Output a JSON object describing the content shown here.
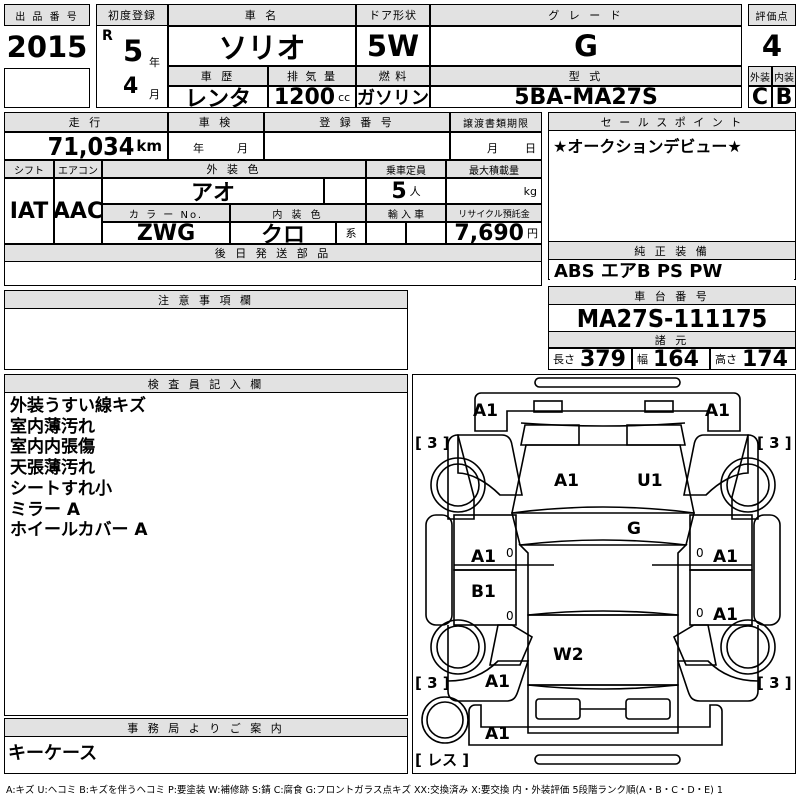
{
  "top": {
    "lot_label": "出 品 番 号",
    "lot_value": "2015",
    "reg_label": "初度登録",
    "reg_era": "R",
    "reg_year": "5",
    "reg_year_unit": "年",
    "reg_month": "4",
    "reg_month_unit": "月",
    "model_label": "車 名",
    "model_value": "ソリオ",
    "history_label": "車 歴",
    "history_value": "レンタ",
    "displacement_label": "排 気 量",
    "displacement_value": "1200",
    "displacement_unit": "cc",
    "door_label": "ドア形状",
    "door_value": "5W",
    "fuel_label": "燃 料",
    "fuel_value": "ガソリン",
    "grade_label": "グ レ ー ド",
    "grade_value": "G",
    "type_label": "型 式",
    "type_value": "5BA-MA27S",
    "score_label": "評価点",
    "score_value": "4",
    "exterior_label": "外装",
    "exterior_value": "C",
    "interior_label": "内装",
    "interior_value": "B"
  },
  "mid": {
    "mileage_label": "走 行",
    "mileage_value": "71,034",
    "mileage_unit": "km",
    "shaken_label": "車 検",
    "shaken_year": "年",
    "shaken_month": "月",
    "regno_label": "登 録 番 号",
    "regno_value": "",
    "transfer_label": "譲渡書類期限",
    "transfer_month": "月",
    "transfer_day": "日",
    "shift_label": "シフト",
    "shift_value": "IAT",
    "aircon_label": "エアコン",
    "aircon_value": "AAC",
    "extcolor_label": "外 装 色",
    "extcolor_value": "アオ",
    "seats_label": "乗車定員",
    "seats_value": "5",
    "seats_unit": "人",
    "maxload_label": "最大積載量",
    "maxload_value": "",
    "maxload_unit": "kg",
    "colorno_label": "カ ラ ー No.",
    "colorno_value": "ZWG",
    "intcolor_label": "内 装 色",
    "intcolor_value": "クロ",
    "intcolor_suffix": "系",
    "import_label": "輸 入 車",
    "import_value": "",
    "recycle_label": "リサイクル預託金",
    "recycle_value": "7,690",
    "recycle_unit": "円",
    "later_parts_label": "後 日 発 送 部 品",
    "later_parts_value": "",
    "caution_label": "注 意 事 項 欄",
    "caution_value": ""
  },
  "right": {
    "salespoint_label": "セ ー ル ス ポ イ ン ト",
    "salespoint_value": "★オークションデビュー★",
    "equip_label": "純 正 装 備",
    "equip_value": "ABS エアB PS PW",
    "chassis_label": "車 台 番 号",
    "chassis_value": "MA27S-111175",
    "specs_label": "諸 元",
    "length_label": "長さ",
    "length_value": "379",
    "width_label": "幅",
    "width_value": "164",
    "height_label": "高さ",
    "height_value": "174"
  },
  "inspector": {
    "label": "検 査 員 記 入 欄",
    "lines": [
      "外装うすい線キズ",
      "室内薄汚れ",
      "室内内張傷",
      "天張薄汚れ",
      "シートすれ小",
      "ミラー A",
      "ホイールカバー A"
    ]
  },
  "office": {
    "label": "事 務 局 よ り ご 案 内",
    "value": "キーケース"
  },
  "diagram": {
    "marks": [
      {
        "id": "front-left-corner",
        "text": "A1"
      },
      {
        "id": "front-right-corner",
        "text": "A1"
      },
      {
        "id": "hood-left",
        "text": "A1"
      },
      {
        "id": "hood-right",
        "text": "U1"
      },
      {
        "id": "windshield",
        "text": "G"
      },
      {
        "id": "left-front-door",
        "text": "A1"
      },
      {
        "id": "left-rear-door",
        "text": "B1"
      },
      {
        "id": "right-front-door",
        "text": "A1"
      },
      {
        "id": "right-rear-door",
        "text": "A1"
      },
      {
        "id": "trunk",
        "text": "W2"
      },
      {
        "id": "rear-left-corner",
        "text": "A1"
      },
      {
        "id": "rear-bumper",
        "text": "A1"
      }
    ],
    "tires": [
      {
        "id": "tire-front-left",
        "text": "[ 3 ]"
      },
      {
        "id": "tire-front-right",
        "text": "[ 3 ]"
      },
      {
        "id": "tire-rear-left",
        "text": "[ 3 ]"
      },
      {
        "id": "tire-rear-right",
        "text": "[ 3 ]"
      },
      {
        "id": "spare-tire",
        "text": "[ レス ]"
      }
    ],
    "door_dents": [
      "0",
      "0",
      "0",
      "0"
    ]
  },
  "legend": {
    "text": "A:キズ  U:ヘコミ  B:キズを伴うヘコミ  P:要塗装  W:補修跡  S:錆  C:腐食  G:フロントガラス点キズ   XX:交換済み  X:要交換   内・外装評価   5段階ランク順(A・B・C・D・E) 1"
  }
}
